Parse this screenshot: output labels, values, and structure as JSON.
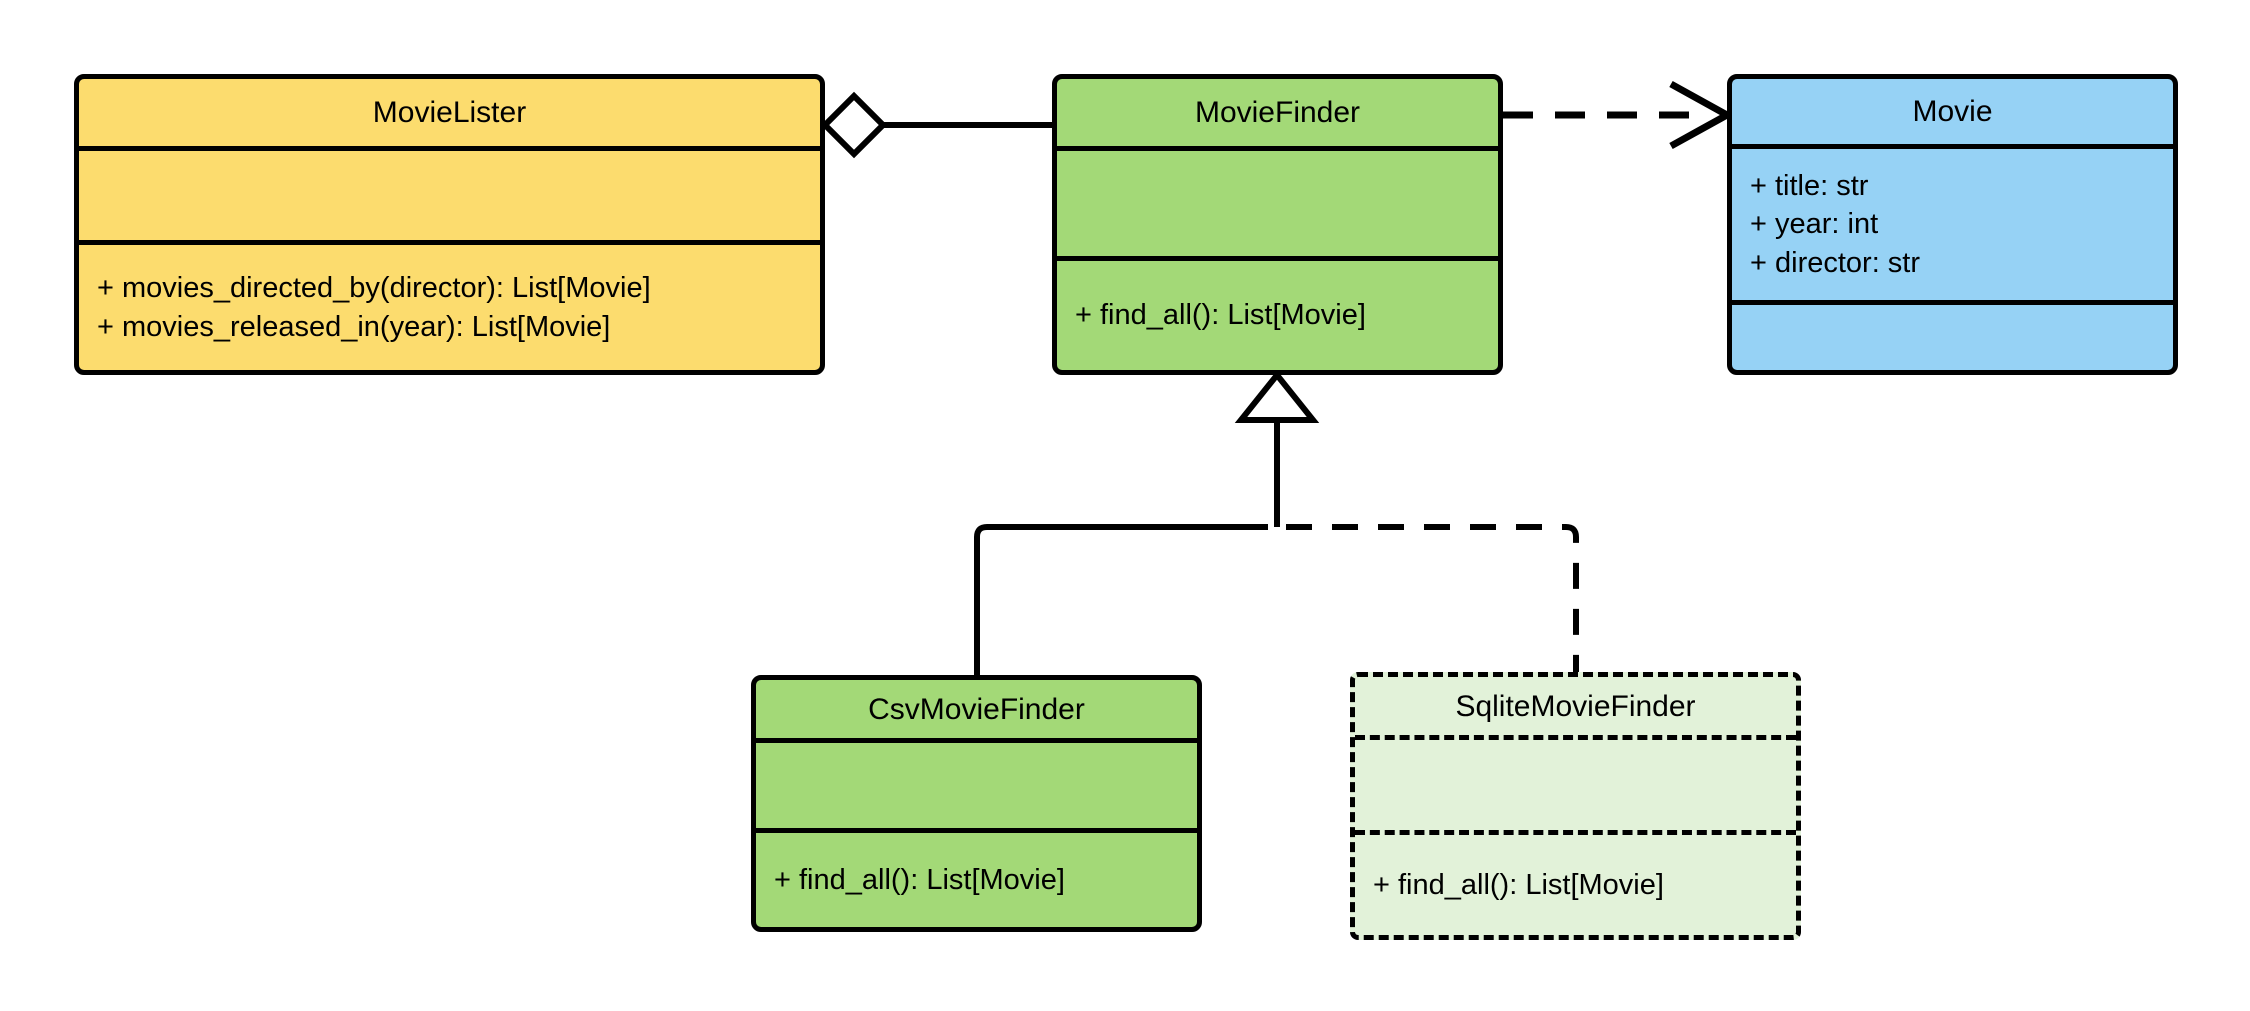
{
  "diagram": {
    "type": "uml-class-diagram",
    "background": "#ffffff",
    "line_color": "#000000"
  },
  "classes": [
    {
      "id": "MovieLister",
      "name": "MovieLister",
      "fill": "#FCDC6E",
      "style": "solid",
      "attributes": [],
      "methods": [
        "+ movies_directed_by(director): List[Movie]",
        "+ movies_released_in(year): List[Movie]"
      ]
    },
    {
      "id": "MovieFinder",
      "name": "MovieFinder",
      "fill": "#A3D977",
      "style": "solid",
      "attributes": [],
      "methods": [
        "+ find_all(): List[Movie]"
      ]
    },
    {
      "id": "Movie",
      "name": "Movie",
      "fill": "#96D2F5",
      "style": "solid",
      "attributes": [
        "+ title: str",
        "+ year: int",
        "+ director: str"
      ],
      "methods": []
    },
    {
      "id": "CsvMovieFinder",
      "name": "CsvMovieFinder",
      "fill": "#A3D977",
      "style": "solid",
      "attributes": [],
      "methods": [
        "+ find_all(): List[Movie]"
      ]
    },
    {
      "id": "SqliteMovieFinder",
      "name": "SqliteMovieFinder",
      "fill": "#E2F2D9",
      "style": "dashed",
      "attributes": [],
      "methods": [
        "+ find_all(): List[Movie]"
      ]
    }
  ],
  "relationships": [
    {
      "id": "aggregation-movielister-moviefinder",
      "kind": "aggregation",
      "from": "MovieLister",
      "to": "MovieFinder",
      "line": "solid",
      "source_marker": "hollow-diamond",
      "target_marker": "none"
    },
    {
      "id": "dependency-moviefinder-movie",
      "kind": "dependency",
      "from": "MovieFinder",
      "to": "Movie",
      "line": "dashed",
      "source_marker": "none",
      "target_marker": "open-arrow"
    },
    {
      "id": "generalization-csvmoviefinder-moviefinder",
      "kind": "generalization",
      "from": "CsvMovieFinder",
      "to": "MovieFinder",
      "line": "solid",
      "source_marker": "none",
      "target_marker": "hollow-triangle"
    },
    {
      "id": "generalization-sqlitemoviefinder-moviefinder",
      "kind": "generalization",
      "from": "SqliteMovieFinder",
      "to": "MovieFinder",
      "line": "dashed",
      "source_marker": "none",
      "target_marker": "hollow-triangle"
    }
  ]
}
